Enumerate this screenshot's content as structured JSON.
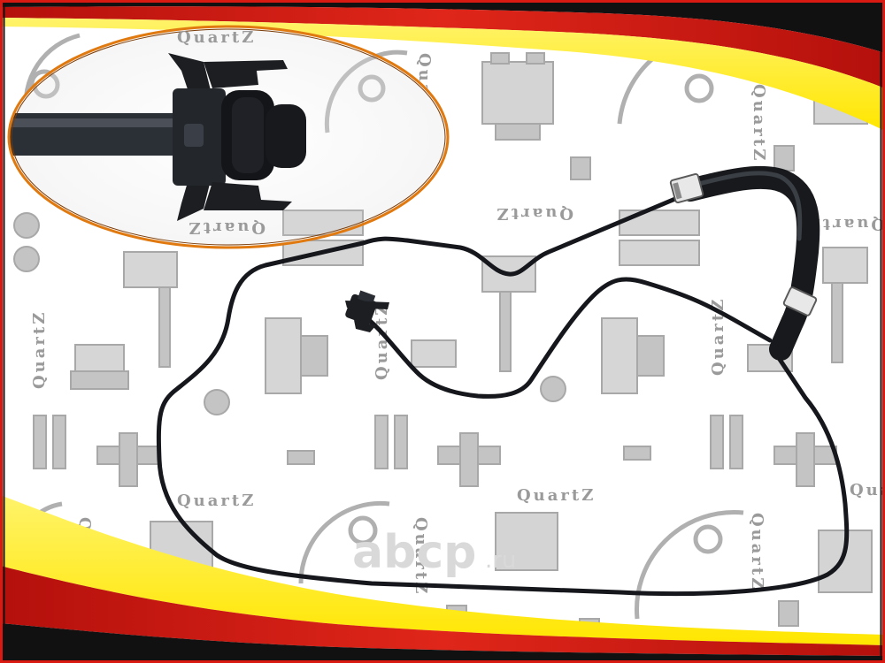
{
  "watermarks": {
    "brand": "QuartZ",
    "site": "abcp",
    "site_suffix": ".ru"
  },
  "colors": {
    "frame_black": "#111111",
    "frame_red": "#d81a12",
    "frame_yellow": "#ffef00",
    "inset_border": "#e07a10",
    "hose": "#15171c",
    "watermark_grey": "#9a9a9a"
  }
}
